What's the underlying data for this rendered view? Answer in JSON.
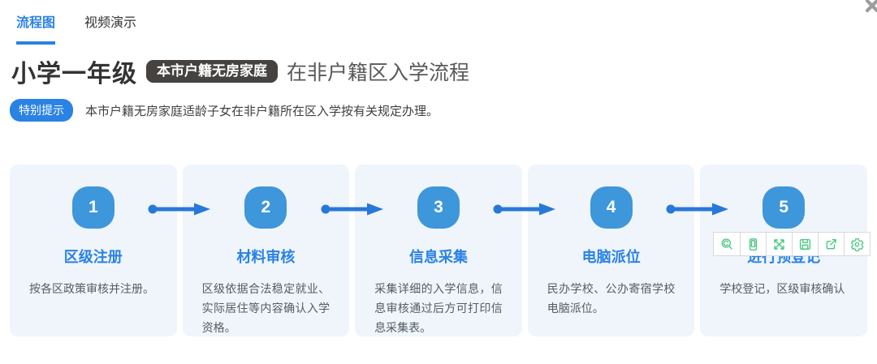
{
  "tabs": [
    {
      "label": "流程图",
      "active": true
    },
    {
      "label": "视频演示",
      "active": false
    }
  ],
  "heading": {
    "prefix": "小学一年级",
    "badge": "本市户籍无房家庭",
    "suffix": "在非户籍区入学流程"
  },
  "tip": {
    "label": "特别提示",
    "text": "本市户籍无房家庭适龄子女在非户籍所在区入学按有关规定办理。"
  },
  "steps": [
    {
      "number": "1",
      "title": "区级注册",
      "description": "按各区政策审核并注册。"
    },
    {
      "number": "2",
      "title": "材料审核",
      "description": "区级依据合法稳定就业、实际居住等内容确认入学资格。"
    },
    {
      "number": "3",
      "title": "信息采集",
      "description": "采集详细的入学信息，信息审核通过后方可打印信息采集表。"
    },
    {
      "number": "4",
      "title": "电脑派位",
      "description": "民办学校、公办寄宿学校电脑派位。"
    },
    {
      "number": "5",
      "title": "进行预登记",
      "description": "学校登记，区级审核确认"
    }
  ],
  "toolbar": {
    "icons": [
      "zoom-icon",
      "mobile-preview-icon",
      "fullscreen-icon",
      "save-icon",
      "export-icon",
      "settings-icon"
    ]
  },
  "close_icon": "close-icon",
  "colors": {
    "accent_blue": "#2a82e4",
    "step_badge_blue": "#3e96db",
    "arrow_blue": "#2878d8",
    "card_background": "#eff5fb",
    "heading_badge_background": "#454240",
    "toolbar_icon_green": "#42c77e",
    "close_gray": "#9d9d9d"
  }
}
